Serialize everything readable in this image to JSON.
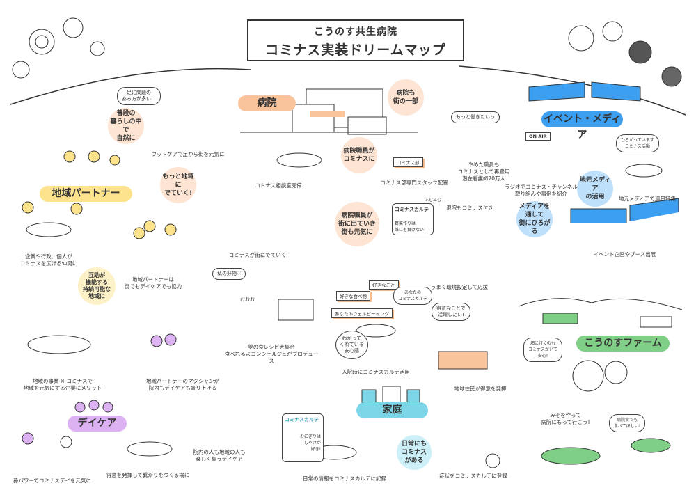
{
  "title": {
    "line1": "こうのす共生病院",
    "line2": "コミナス実装ドリームマップ"
  },
  "colors": {
    "hospital": "#f9c39c",
    "hospital_light": "#fde4d3",
    "partner": "#fde38c",
    "partner_light": "#fdf1c8",
    "media": "#3d9ff0",
    "media_light": "#bfe0fb",
    "home": "#7dd6e8",
    "home_light": "#cdeff7",
    "daycare": "#dcb2f2",
    "farm": "#7fcf86"
  },
  "hospital": {
    "label": "病院",
    "circle_part_of_town": "病院も\n街の一部",
    "circle_staff": "病院職員が\nコミナスに",
    "circle_out_to_town": "病院職員が\n街に出ていき\n街も元気に",
    "caption_consult_room": "コミナス相談室完備",
    "caption_staff": "コミナス部専門スタッフ配置",
    "sign_cominas_club": "コミナス部",
    "bubble_want_work": "もっと働きたいっ",
    "caption_rehire": "やめた職員も\nコミナスとして再雇用\n潜在看護師70万人",
    "caption_out_to_town": "コミナスが街にでていく",
    "card_title": "コミナスカルテ",
    "card_text": "野菜作りは\n誰にも負けない!",
    "sfx_fumufumu": "ふむふむ",
    "caption_discharge": "退院もコミナス付き",
    "caption_support": "うまく環境設定して応援"
  },
  "partner": {
    "label": "地域パートナー",
    "bubble_feet": "足に問題の\nある方が多い…",
    "circle_daily_life": "普段の\n暮らしの中で\n自然に",
    "caption_footcare": "フットケアで足から街を元気に",
    "circle_go_out": "もっと地域に\nでていく!",
    "caption_companions": "企業や行政、個人が\nコミナスを広げる仲間に",
    "caption_cooperate": "地域パートナーは\n街でもデイケアでも協力",
    "circle_mutual_aid": "互助が\n機能する\n持続可能な\n地域に",
    "caption_business": "地域の事業 × コミナスで\n地域を元気にする企業にメリット",
    "caption_magician": "地域パートナーのマジシャンが\n院内もデイケアも盛り上げる"
  },
  "daycare": {
    "label": "デイケア",
    "caption_grandchild": "孫パワーでコミナスデイを元気に",
    "caption_connect": "得意を発揮して繋がりをつくる場に",
    "caption_gather": "院内の人も地域の人も\n楽しく集うデイケア"
  },
  "meal": {
    "bubble_favorite": "私の好物♡",
    "sfx_ooo": "おおお",
    "caption_recipe": "夢の食レシピ大集合\n食べれるよコンシェルジュがプロデュース",
    "tags": [
      "好きなこと",
      "好きな食べ物",
      "あなたのウェルビーイング"
    ],
    "bubble_karte": "あなたの\nコミナスカルテ",
    "bubble_relief": "わかって\nくれている\n安心感",
    "caption_admission": "入院時にコミナスカルテ活用",
    "bubble_skill": "得意なことで\n活躍したい!",
    "caption_residents": "地域住民が得意を発揮"
  },
  "home": {
    "label": "家庭",
    "card_title": "コミナスカルテ",
    "card_text": "おにぎりは\nしゃけが\n好き!",
    "caption_record": "日常の情報をコミナスカルテに記録",
    "circle_everyday": "日常にも\nコミナス\nがある",
    "caption_symptom": "症状をコミナスカルテに登録"
  },
  "media": {
    "label": "イベント・メディア",
    "on_air": "ON AIR",
    "caption_radio": "ラジオでコミナス・チャンネル\n取り組みや事例を紹介",
    "bubble_spreading": "ひろがっています\nコミナス活動",
    "caption_local_media": "地元メディアで連日特集",
    "circle_local_media": "地元メディア\nの活用",
    "circle_spread": "メディアを\n通して\n街にひろがる",
    "caption_event": "イベント企画やブース出展"
  },
  "farm": {
    "label": "こうのすファーム",
    "bubble_safe": "畑に行くのも\nコミナスがいて\n安心!",
    "caption_miso": "みそを作って\n病院にもって行こう!",
    "bubble_hospital_food": "病院食でも\n食べてほしい!"
  }
}
